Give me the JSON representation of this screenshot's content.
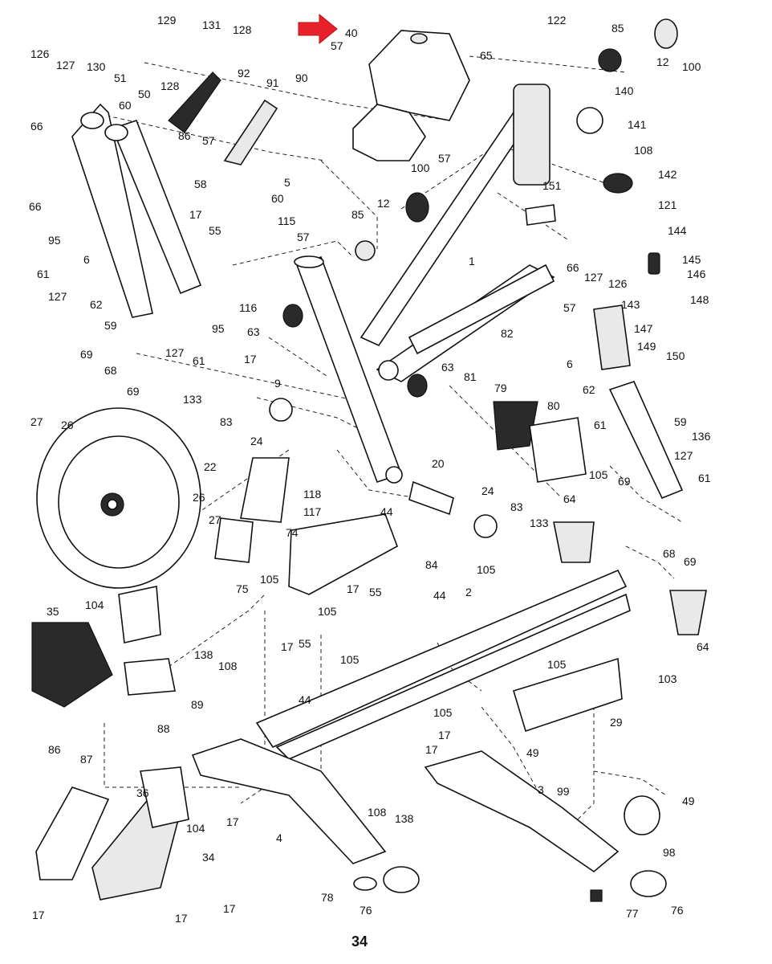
{
  "page": {
    "number": "34"
  },
  "callouts": {
    "c129": "129",
    "c131": "131",
    "c128a": "128",
    "c126a": "126",
    "c127a": "127",
    "c130": "130",
    "c51": "51",
    "c50": "50",
    "c128b": "128",
    "c92": "92",
    "c91": "91",
    "c90": "90",
    "c40": "40",
    "c57a": "57",
    "c122": "122",
    "c65": "65",
    "c85a": "85",
    "c12a": "12",
    "c100a": "100",
    "c66a": "66",
    "c60a": "60",
    "c86a": "86",
    "c57b": "57",
    "c60b": "60",
    "c5": "5",
    "c57c": "57",
    "c140": "140",
    "c141": "141",
    "c108a": "108",
    "c142": "142",
    "c121": "121",
    "c144": "144",
    "c145": "145",
    "c146": "146",
    "c143": "143",
    "c148": "148",
    "c147": "147",
    "c149": "149",
    "c150": "150",
    "c136": "136",
    "c66b": "66",
    "c58": "58",
    "c95a": "95",
    "c17a": "17",
    "c55a": "55",
    "c115": "115",
    "c57d": "57",
    "c100b": "100",
    "c12b": "12",
    "c85b": "85",
    "c151": "151",
    "c1": "1",
    "c66c": "66",
    "c127b": "127",
    "c126b": "126",
    "c61a": "61",
    "c6a": "6",
    "c127c": "127",
    "c62a": "62",
    "c59a": "59",
    "c116": "116",
    "c63a": "63",
    "c95b": "95",
    "c127d": "127",
    "c61b": "61",
    "c69a": "69",
    "c68a": "68",
    "c69b": "69",
    "c17b": "17",
    "c9": "9",
    "c63b": "63",
    "c57e": "57",
    "c82": "82",
    "c6b": "6",
    "c62b": "62",
    "c133a": "133",
    "c83a": "83",
    "c24a": "24",
    "c81": "81",
    "c79": "79",
    "c80": "80",
    "c27a": "27",
    "c26a": "26",
    "c22": "22",
    "c26b": "26",
    "c27b": "27",
    "c74": "74",
    "c118": "118",
    "c44a": "44",
    "c20": "20",
    "c24b": "24",
    "c83b": "83",
    "c133b": "133",
    "c61c": "61",
    "c59b": "59",
    "c127e": "127",
    "c69c": "69",
    "c61d": "61",
    "c105a": "105",
    "c64a": "64",
    "c68b": "68",
    "c69d": "69",
    "c75": "75",
    "c117": "117",
    "c84": "84",
    "c105b": "105",
    "c2": "2",
    "c64b": "64",
    "c105c": "105",
    "c17c": "17",
    "c55b": "55",
    "c44b": "44",
    "c105d": "105",
    "c103": "103",
    "c104a": "104",
    "c35": "35",
    "c138a": "138",
    "c108b": "108",
    "c17d": "17",
    "c55c": "55",
    "c105e": "105",
    "c89": "89",
    "c44c": "44",
    "c105f": "105",
    "c29": "29",
    "c86b": "86",
    "c87": "87",
    "c88": "88",
    "c105g": "105",
    "c17e": "17",
    "c17f": "17",
    "c49a": "49",
    "c3": "3",
    "c99": "99",
    "c49b": "49",
    "c36": "36",
    "c17g": "17",
    "c104b": "104",
    "c108c": "108",
    "c138b": "138",
    "c4": "4",
    "c34": "34",
    "c98": "98",
    "c78": "78",
    "c76a": "76",
    "c17h": "17",
    "c17i": "17",
    "c17j": "17",
    "c77": "77",
    "c76b": "76"
  },
  "highlight": {
    "arrow_color": "#e8202a",
    "pointing_to": "40"
  }
}
